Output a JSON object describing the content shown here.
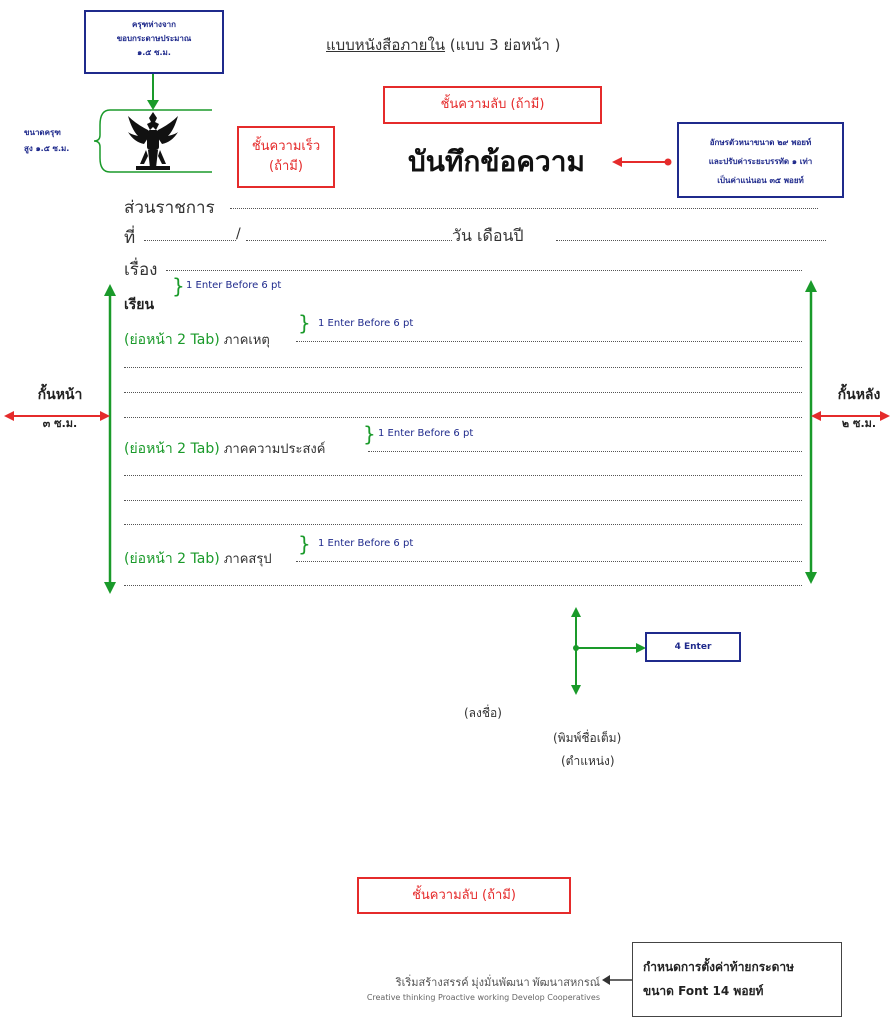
{
  "header": {
    "form_title_underlined": "แบบหนังสือภายใน",
    "form_title_suffix": " (แบบ 3 ย่อหน้า )"
  },
  "annotations": {
    "garuda_distance": [
      "ครุฑห่างจาก",
      "ขอบกระดาษประมาณ",
      "๑.๕ ซ.ม."
    ],
    "garuda_size": [
      "ขนาดครุฑ",
      "สูง ๑.๕ ซ.ม."
    ],
    "secret_level_top": "ชั้นความลับ (ถ้ามี)",
    "urgency_level": [
      "ชั้นความเร็ว",
      "(ถ้ามี)"
    ],
    "title_font_note": [
      "อักษรตัวหนาขนาด ๒๙ พอยท์",
      "และปรับค่าระยะบรรทัด ๑ เท่า",
      "เป็นค่าแน่นอน ๓๕ พอยท์"
    ],
    "left_margin": [
      "กั้นหน้า",
      "๓ ซ.ม."
    ],
    "right_margin": [
      "กั้นหลัง",
      "๒ ซ.ม."
    ],
    "spacing_note": "1 Enter Before 6 pt",
    "four_enter": "4 Enter",
    "secret_level_bottom": "ชั้นความลับ (ถ้ามี)",
    "footer_note": [
      "กำหนดการตั้งค่าท้ายกระดาษ",
      "ขนาด Font 14 พอยท์"
    ]
  },
  "memo": {
    "title": "บันทึกข้อความ",
    "field_agency": "ส่วนราชการ",
    "field_ref": "ที่",
    "field_ref_sep": "/",
    "field_date": "วัน เดือนปี",
    "field_subject": "เรื่อง",
    "field_to": "เรียน",
    "indent_label": "(ย่อหน้า 2 Tab)",
    "para_cause": "ภาคเหตุ",
    "para_purpose": "ภาคความประสงค์",
    "para_summary": "ภาคสรุป"
  },
  "signature": {
    "sign": "(ลงชื่อ)",
    "full_name": "(พิมพ์ชื่อเต็ม)",
    "position": "(ตำแหน่ง)"
  },
  "footer": {
    "slogan_th": "ริเริ่มสร้างสรรค์  มุ่งมั่นพัฒนา  พัฒนาสหกรณ์",
    "slogan_en": "Creative thinking  Proactive working  Develop Cooperatives"
  },
  "colors": {
    "blue_box": "#1f2a8c",
    "red_box": "#e52b2b",
    "green": "#1a9a2a"
  }
}
